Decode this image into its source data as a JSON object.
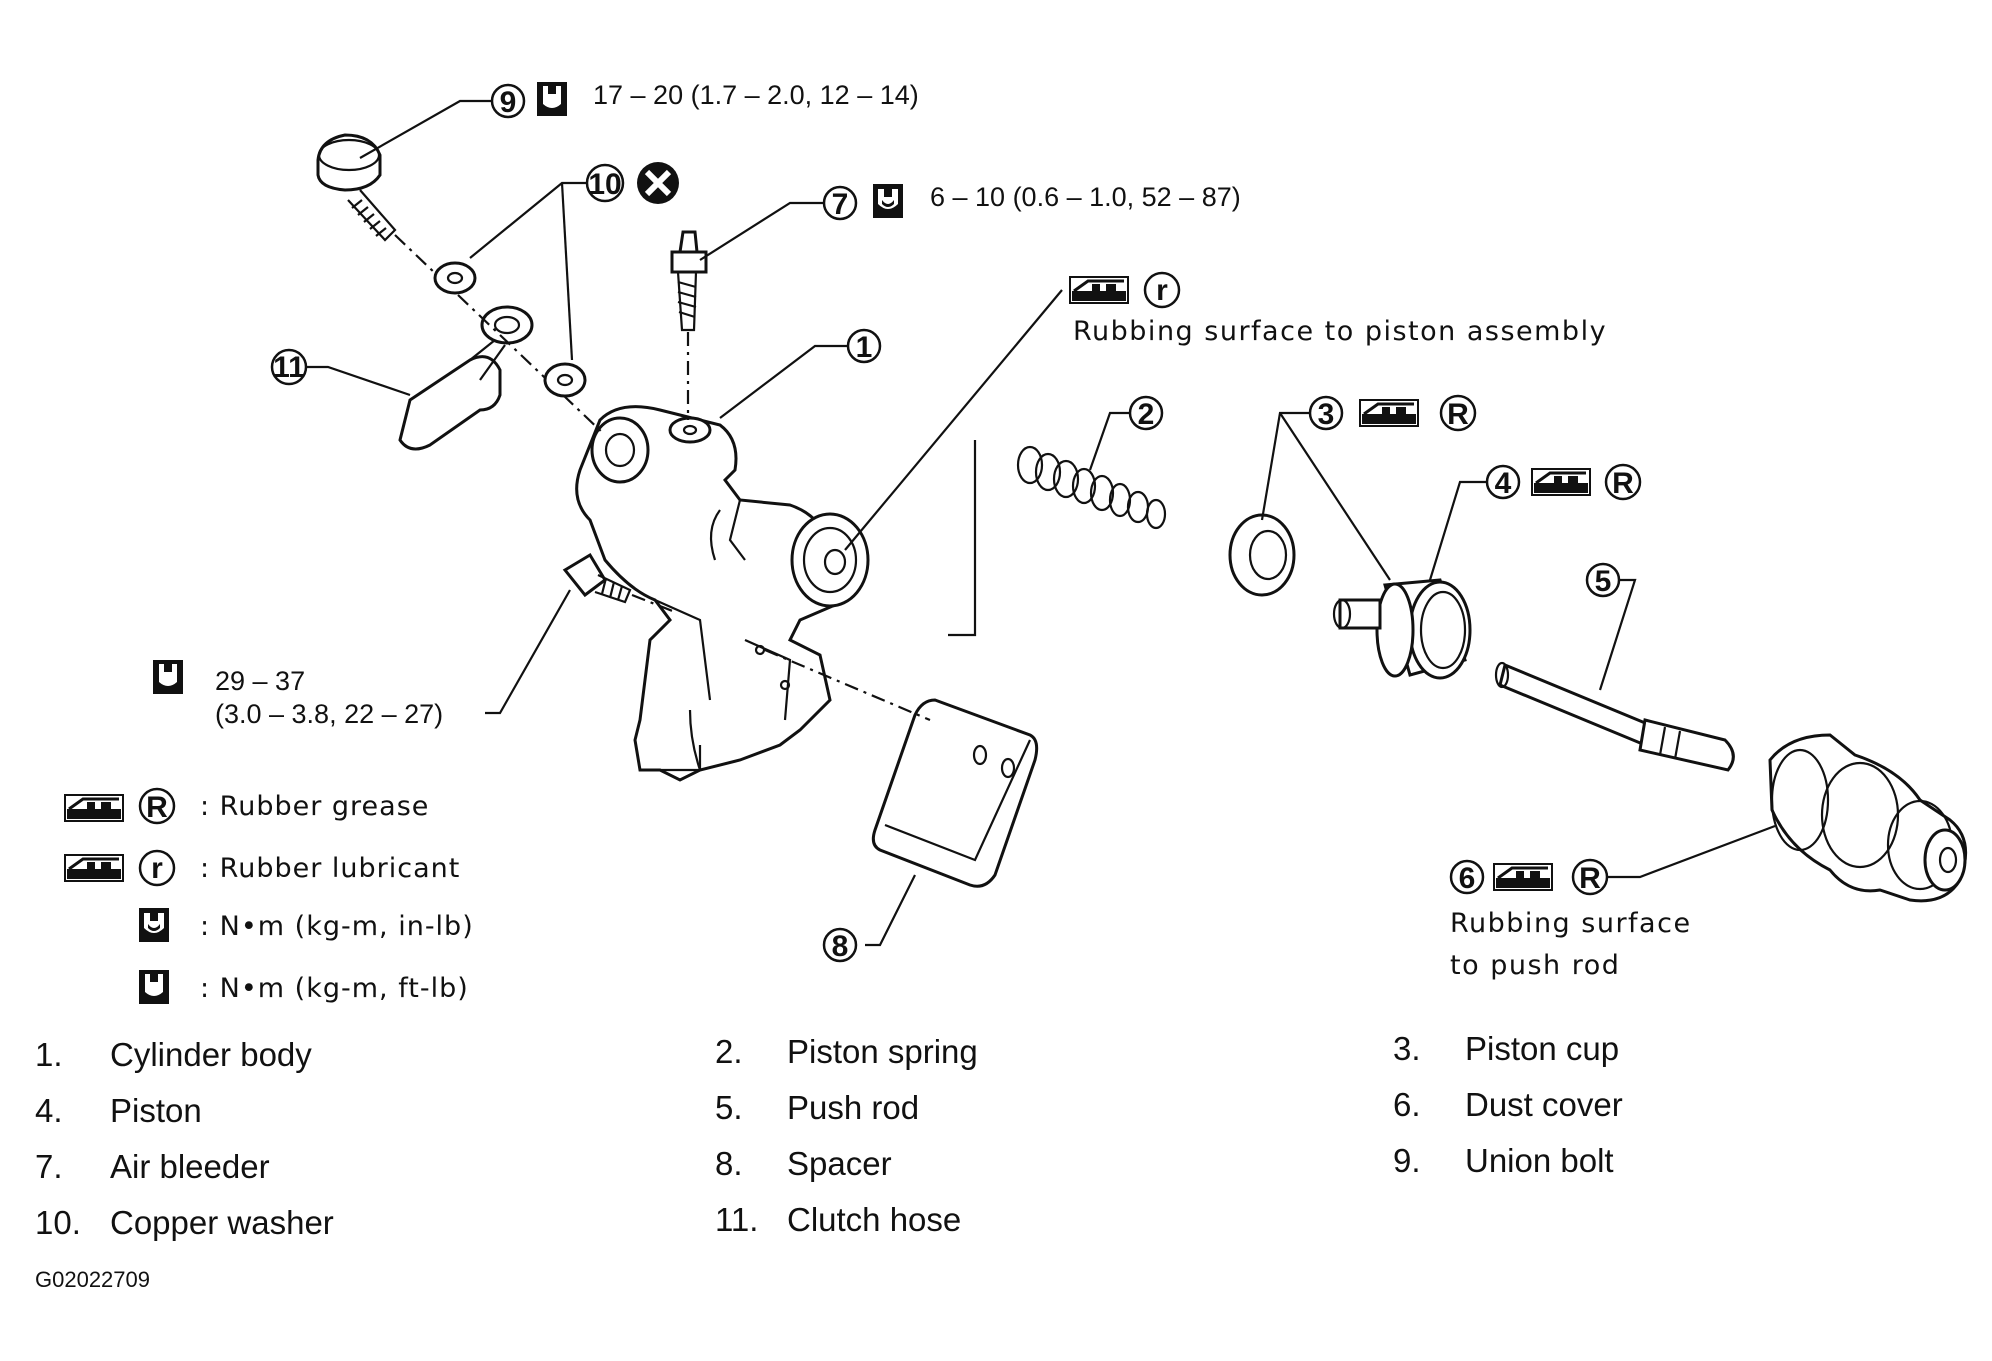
{
  "callouts": [
    {
      "num": "1"
    },
    {
      "num": "2"
    },
    {
      "num": "3"
    },
    {
      "num": "4"
    },
    {
      "num": "5"
    },
    {
      "num": "6"
    },
    {
      "num": "7"
    },
    {
      "num": "8"
    },
    {
      "num": "9"
    },
    {
      "num": "10"
    },
    {
      "num": "11"
    }
  ],
  "specs": {
    "union_bolt_torque": "17 – 20 (1.7 – 2.0, 12 – 14)",
    "air_bleeder_torque": "6 – 10 (0.6 – 1.0, 52 – 87)",
    "mount_bolt_torque_line1": "29 – 37",
    "mount_bolt_torque_line2": "(3.0 – 3.8, 22 – 27)"
  },
  "symbols": {
    "grease_letter_upper": "R",
    "grease_letter_lower": "r"
  },
  "notes": {
    "piston_assembly": "Rubbing surface to piston assembly",
    "push_rod_line1": "Rubbing surface",
    "push_rod_line2": "to push rod"
  },
  "legend": [
    {
      "symbol": "R",
      "text": ": Rubber grease"
    },
    {
      "symbol": "r",
      "text": ": Rubber lubricant"
    },
    {
      "symbol": "",
      "text": ": N•m (kg-m, in-lb)"
    },
    {
      "symbol": "",
      "text": ": N•m (kg-m, ft-lb)"
    }
  ],
  "parts": [
    {
      "num": "1.",
      "name": "Cylinder body"
    },
    {
      "num": "2.",
      "name": "Piston spring"
    },
    {
      "num": "3.",
      "name": "Piston cup"
    },
    {
      "num": "4.",
      "name": "Piston"
    },
    {
      "num": "5.",
      "name": "Push rod"
    },
    {
      "num": "6.",
      "name": "Dust cover"
    },
    {
      "num": "7.",
      "name": "Air bleeder"
    },
    {
      "num": "8.",
      "name": "Spacer"
    },
    {
      "num": "9.",
      "name": "Union bolt"
    },
    {
      "num": "10.",
      "name": "Copper washer"
    },
    {
      "num": "11.",
      "name": "Clutch hose"
    }
  ],
  "figure_id": "G02022709"
}
